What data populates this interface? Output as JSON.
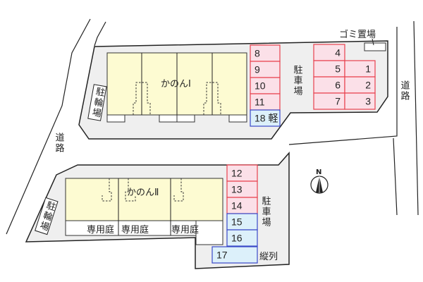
{
  "colors": {
    "building": "#fdfbd2",
    "lot": "#efefef",
    "regular_space_fill": "#fbe0e8",
    "regular_space_border": "#e8404e",
    "light_space_fill": "#dcf0fa",
    "light_space_border": "#3848c8"
  },
  "labels": {
    "building1": "かのんⅠ",
    "building2": "かのんⅡ",
    "parking": "駐車場",
    "bicycle": "駐輪場",
    "road": "道路",
    "garbage": "ゴミ置場",
    "garden": "専用庭",
    "tandem": "縦列",
    "north": "N"
  },
  "parking_top_left": [
    {
      "no": "8",
      "type": "regular"
    },
    {
      "no": "9",
      "type": "regular"
    },
    {
      "no": "10",
      "type": "regular"
    },
    {
      "no": "11",
      "type": "regular"
    },
    {
      "no": "18 軽",
      "type": "light"
    }
  ],
  "parking_top_right_col1": [
    "4",
    "5",
    "6",
    "7"
  ],
  "parking_top_right_col2": [
    "1",
    "2",
    "3"
  ],
  "parking_bottom": [
    {
      "no": "12",
      "type": "regular"
    },
    {
      "no": "13",
      "type": "regular"
    },
    {
      "no": "14",
      "type": "regular"
    },
    {
      "no": "15",
      "type": "light"
    },
    {
      "no": "16",
      "type": "light"
    },
    {
      "no": "17",
      "type": "light"
    }
  ],
  "icons": {
    "compass": "north-arrow-icon"
  }
}
